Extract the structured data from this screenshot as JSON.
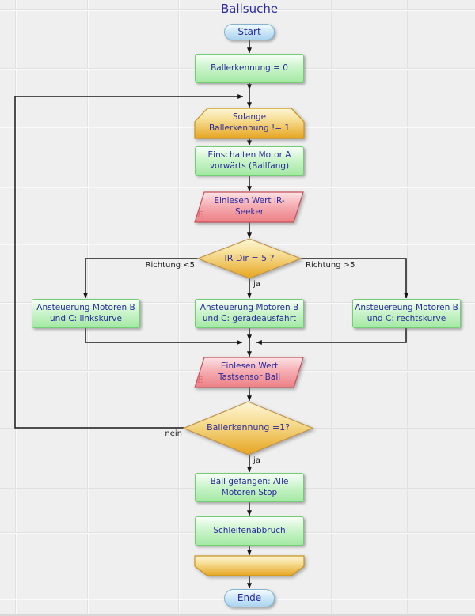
{
  "diagram": {
    "title": "Ballsuche",
    "nodes": {
      "start": "Start",
      "init": "Ballerkennung = 0",
      "loop_condition": "Solange\nBallerkennung != 1",
      "motor_a": "Einschalten Motor A\nvorwärts (Ballfang)",
      "read_ir": "Einlesen Wert IR-\nSeeker",
      "decision_ir": "IR Dir = 5 ?",
      "branch_left": "Ansteuerung Motoren B\nund C: linkskurve",
      "branch_mid": "Ansteuerung Motoren B\nund C: geradeausfahrt",
      "branch_right": "Ansteuereung Motoren B\nund C: rechtskurve",
      "read_touch": "Einlesen Wert\nTastsensor Ball",
      "decision_ball": "Ballerkennung =1?",
      "ball_caught": "Ball gefangen: Alle\nMotoren Stop",
      "loop_break": "Schleifenabbruch",
      "end": "Ende"
    },
    "edge_labels": {
      "richtung_kleiner": "Richtung <5",
      "richtung_groesser": "Richtung >5",
      "ja_ir": "ja",
      "nein": "nein",
      "ja_ball": "ja"
    },
    "io_marker": "E",
    "colors": {
      "canvas_bg": "#efefef",
      "grid_line": "#e1e1e1",
      "node_text": "#2a2a9e",
      "process_border": "#72ce72",
      "process_fill_bottom": "#a4e9a4",
      "loop_border": "#c6951f",
      "loop_fill_bottom": "#e6a521",
      "io_border": "#c75059",
      "io_fill_bottom": "#ec7f85",
      "terminal_border": "#83b2d2",
      "terminal_fill_bottom": "#abd4ee",
      "connector": "#1a1a1a"
    }
  }
}
